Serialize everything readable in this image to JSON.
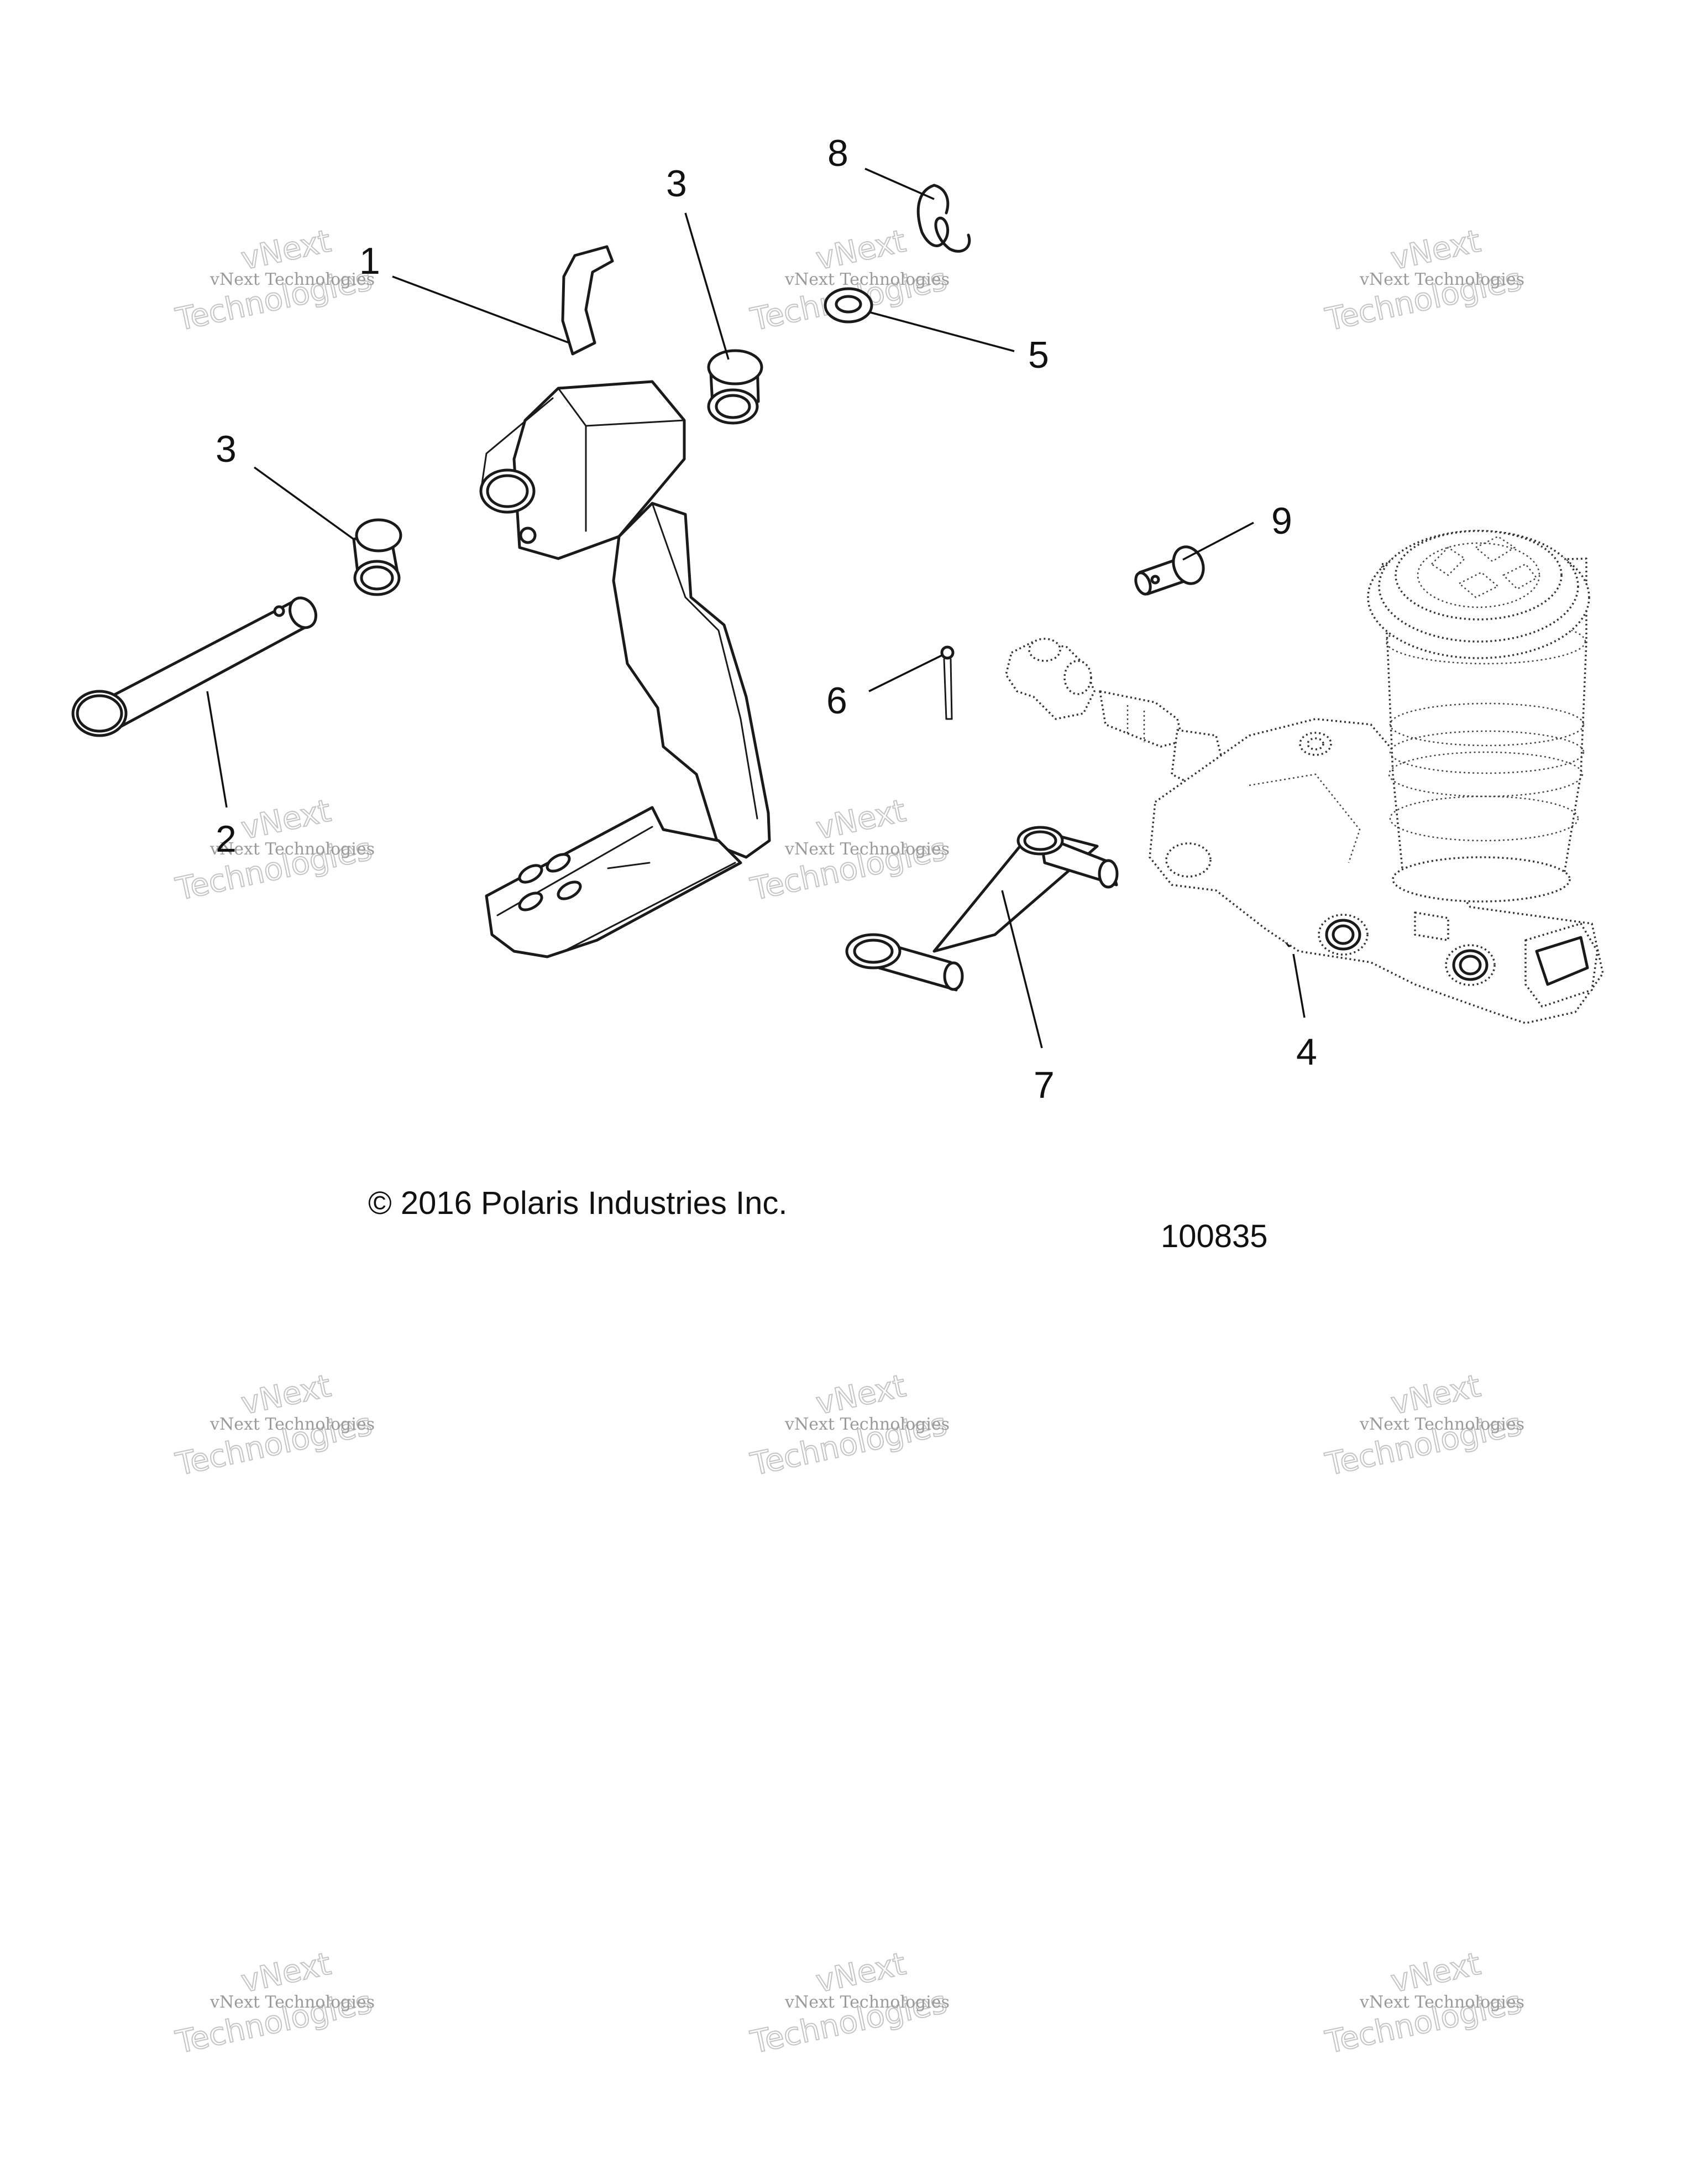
{
  "callouts": {
    "c1": "1",
    "c2": "2",
    "c3a": "3",
    "c3b": "3",
    "c4": "4",
    "c5": "5",
    "c6": "6",
    "c7": "7",
    "c8": "8",
    "c9": "9"
  },
  "footer": {
    "copyright": "© 2016 Polaris Industries Inc.",
    "figure_number": "100835"
  },
  "watermark": {
    "line1": "vNext Technologies",
    "line2": "vNext",
    "line3": "Technologies"
  },
  "colors": {
    "line": "#1a1a1a",
    "watermark": "#c4c4c4"
  }
}
